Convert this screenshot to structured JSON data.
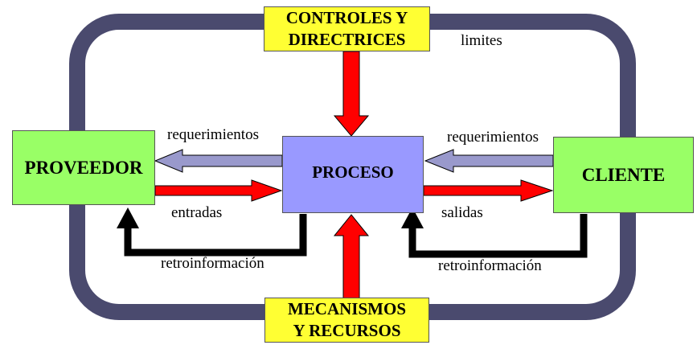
{
  "boxes": {
    "controls": {
      "line1": "CONTROLES Y",
      "line2": "DIRECTRICES"
    },
    "mechanisms": {
      "line1": "MECANISMOS",
      "line2": "Y RECURSOS"
    },
    "supplier": "PROVEEDOR",
    "process": "PROCESO",
    "client": "CLIENTE"
  },
  "labels": {
    "limits": "limites",
    "requirements_left": "requerimientos",
    "requirements_right": "requerimientos",
    "inputs": "entradas",
    "outputs": "salidas",
    "feedback_left": "retroinformación",
    "feedback_right": "retroinformación"
  },
  "colors": {
    "boundary": "#4a4a6e",
    "yellow_box": "#ffff33",
    "green_box": "#99ff66",
    "process_box": "#9999ff",
    "red_arrow": "#ff0000",
    "requirement_arrow": "#9999cc",
    "feedback_arrow": "#000000"
  }
}
